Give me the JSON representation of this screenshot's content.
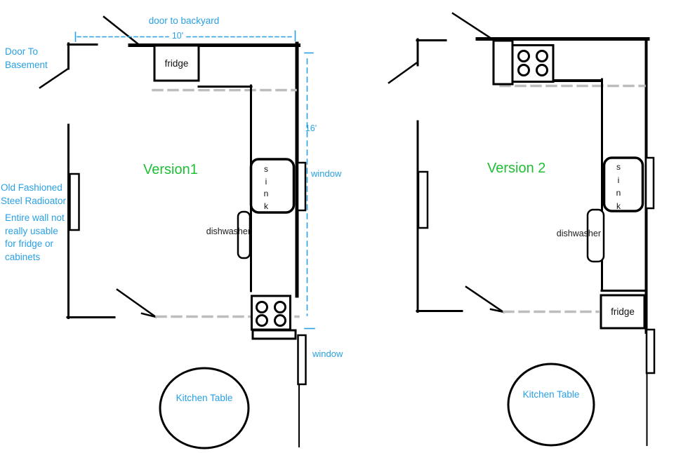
{
  "annotations": {
    "door_to_backyard": "door to backyard",
    "dim_width": "10'",
    "dim_height": "16'",
    "door_to_basement_lines": [
      "Door To",
      "Basement"
    ],
    "radiator_note_lines": [
      "Old Fashioned",
      "Steel Radioator"
    ],
    "wall_note_lines": [
      "Entire wall not",
      "really usable",
      "for fridge or",
      "cabinets"
    ]
  },
  "version1": {
    "title": "Version1",
    "fridge_label": "fridge",
    "sink_letters": [
      "s",
      "i",
      "n",
      "k"
    ],
    "dishwasher_label": "dishwasher",
    "window_top_label": "window",
    "window_bottom_label": "window",
    "kitchen_table_label": "Kitchen Table"
  },
  "version2": {
    "title": "Version 2",
    "fridge_label": "fridge",
    "sink_letters": [
      "s",
      "i",
      "n",
      "k"
    ],
    "dishwasher_label": "dishwasher",
    "kitchen_table_label": "Kitchen Table"
  },
  "colors": {
    "label_blue": "#29A0E3",
    "version_green": "#1FBF35",
    "wall_black": "#000000",
    "counter_overhang_gray": "#BDBDBD",
    "background": "#FFFFFF"
  }
}
